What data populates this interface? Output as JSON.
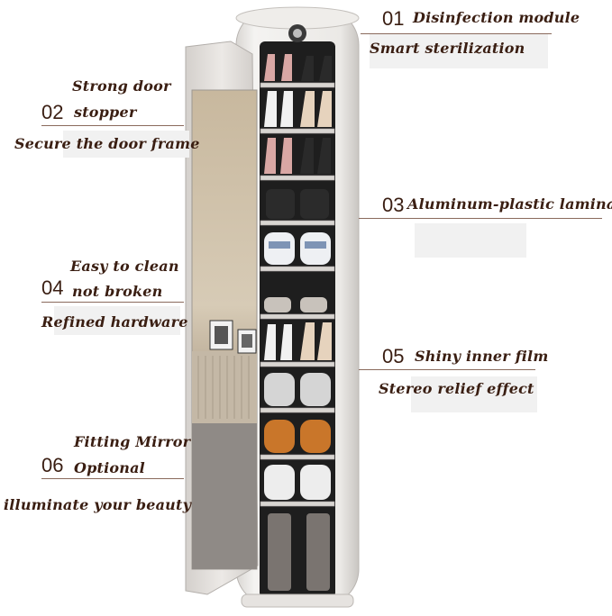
{
  "callouts": [
    {
      "id": "01",
      "num": "01",
      "title": "Disinfection module",
      "subtitle": "Smart sterilization"
    },
    {
      "id": "02",
      "num": "02",
      "line1": "Strong door",
      "line2": "stopper",
      "subtitle": "Secure the door frame"
    },
    {
      "id": "03",
      "num": "03",
      "title": "Aluminum-plastic laminate"
    },
    {
      "id": "04",
      "num": "04",
      "line1": "Easy to clean",
      "line2": "not broken",
      "subtitle": "Refined hardware"
    },
    {
      "id": "05",
      "num": "05",
      "title": "Shiny inner film",
      "subtitle": "Stereo relief effect"
    },
    {
      "id": "06",
      "num": "06",
      "line1": "Fitting Mirror",
      "line2": "Optional",
      "subtitle": "illuminate your beauty"
    }
  ],
  "colors": {
    "text": "#3a1e12",
    "cabinet": "#e9e6e3",
    "mirror": "#cfc0a8",
    "interior": "#1c1c1c"
  }
}
